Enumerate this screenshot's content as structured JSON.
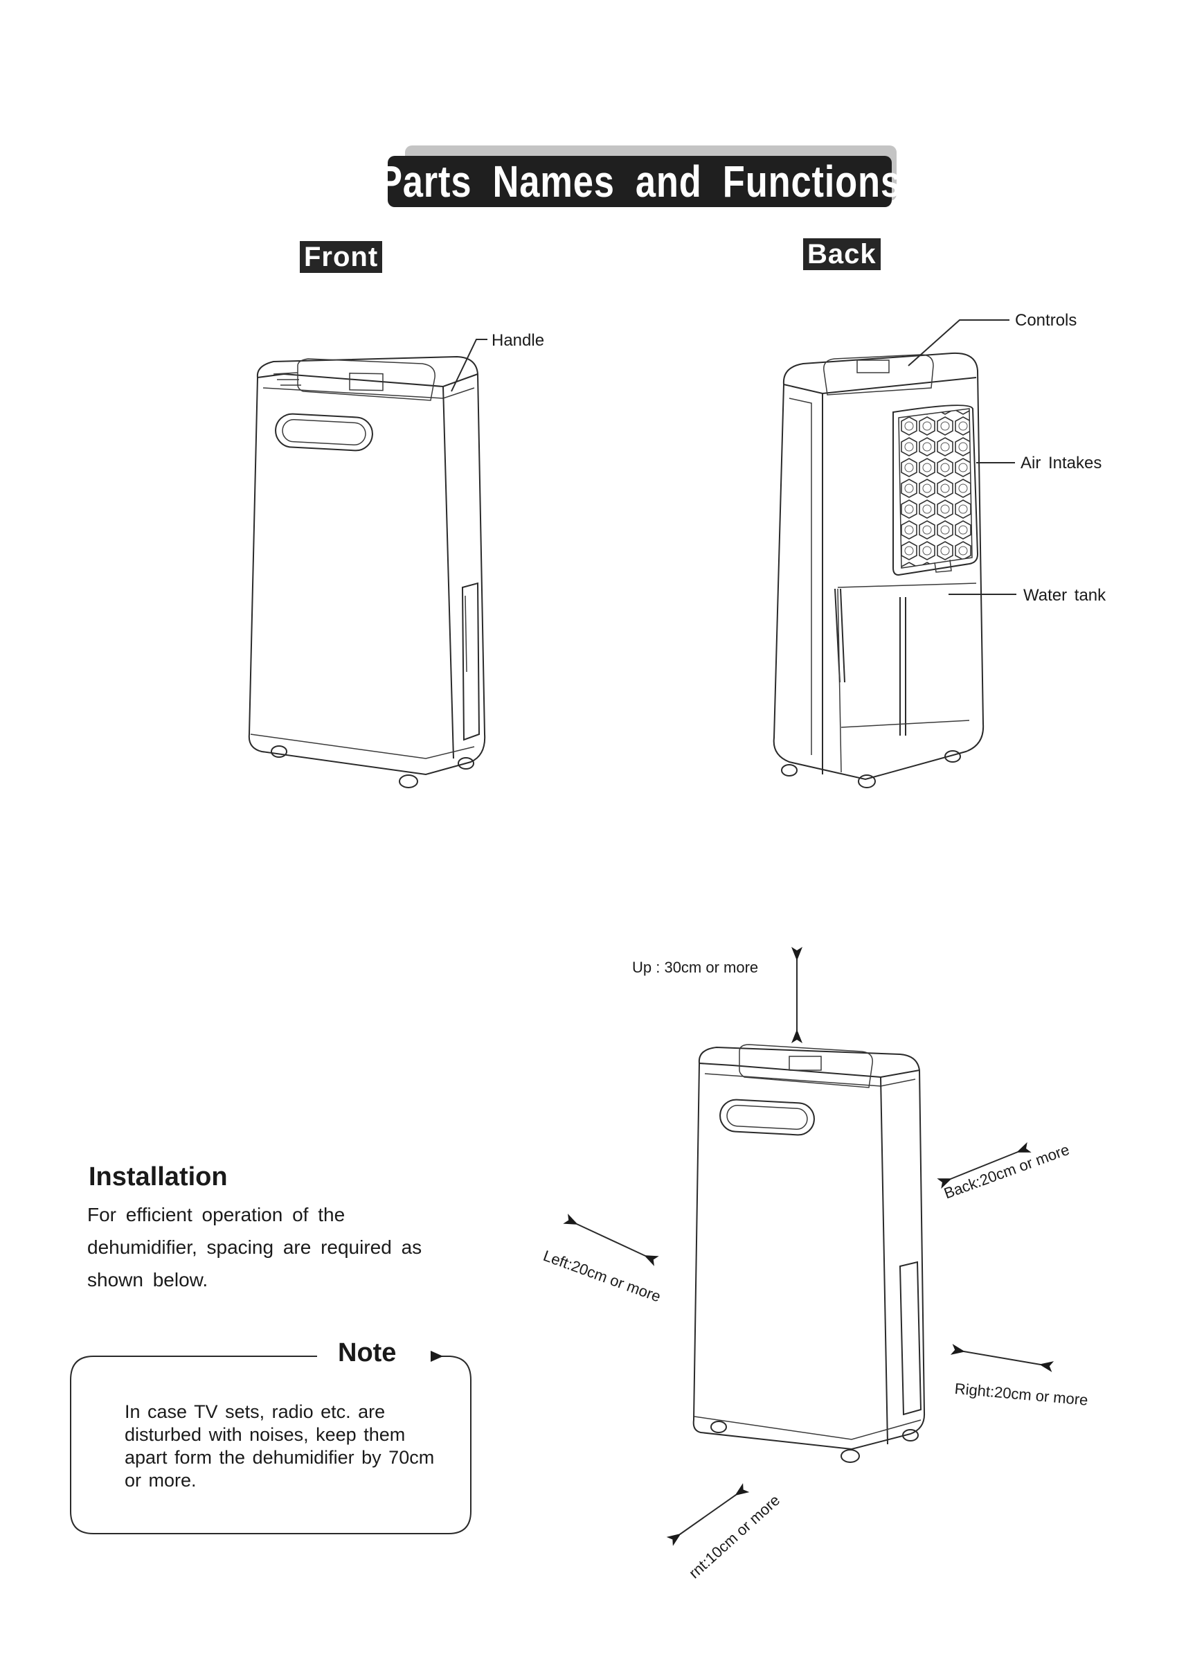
{
  "page": {
    "title": "Parts Names and Functions"
  },
  "views": {
    "front_label": "Front",
    "back_label": "Back"
  },
  "callouts": {
    "handle": "Handle",
    "controls": "Controls",
    "air_intakes": "Air Intakes",
    "water_tank": "Water tank"
  },
  "installation": {
    "heading": "Installation",
    "text": "For efficient operation of the dehumidifier, spacing are required as shown below."
  },
  "note": {
    "title": "Note",
    "text": "In case TV sets, radio etc. are disturbed with noises, keep them apart form the dehumidifier by 70cm or more."
  },
  "clearances": {
    "up": "Up : 30cm or more",
    "back": "Back:20cm or more",
    "left": "Left:20cm or more",
    "right": "Right:20cm or more",
    "front": "rnt:10cm or more"
  },
  "colors": {
    "banner": "#1f1f1f",
    "banner_shadow": "#c4c4c4",
    "line": "#2a2a2a"
  }
}
